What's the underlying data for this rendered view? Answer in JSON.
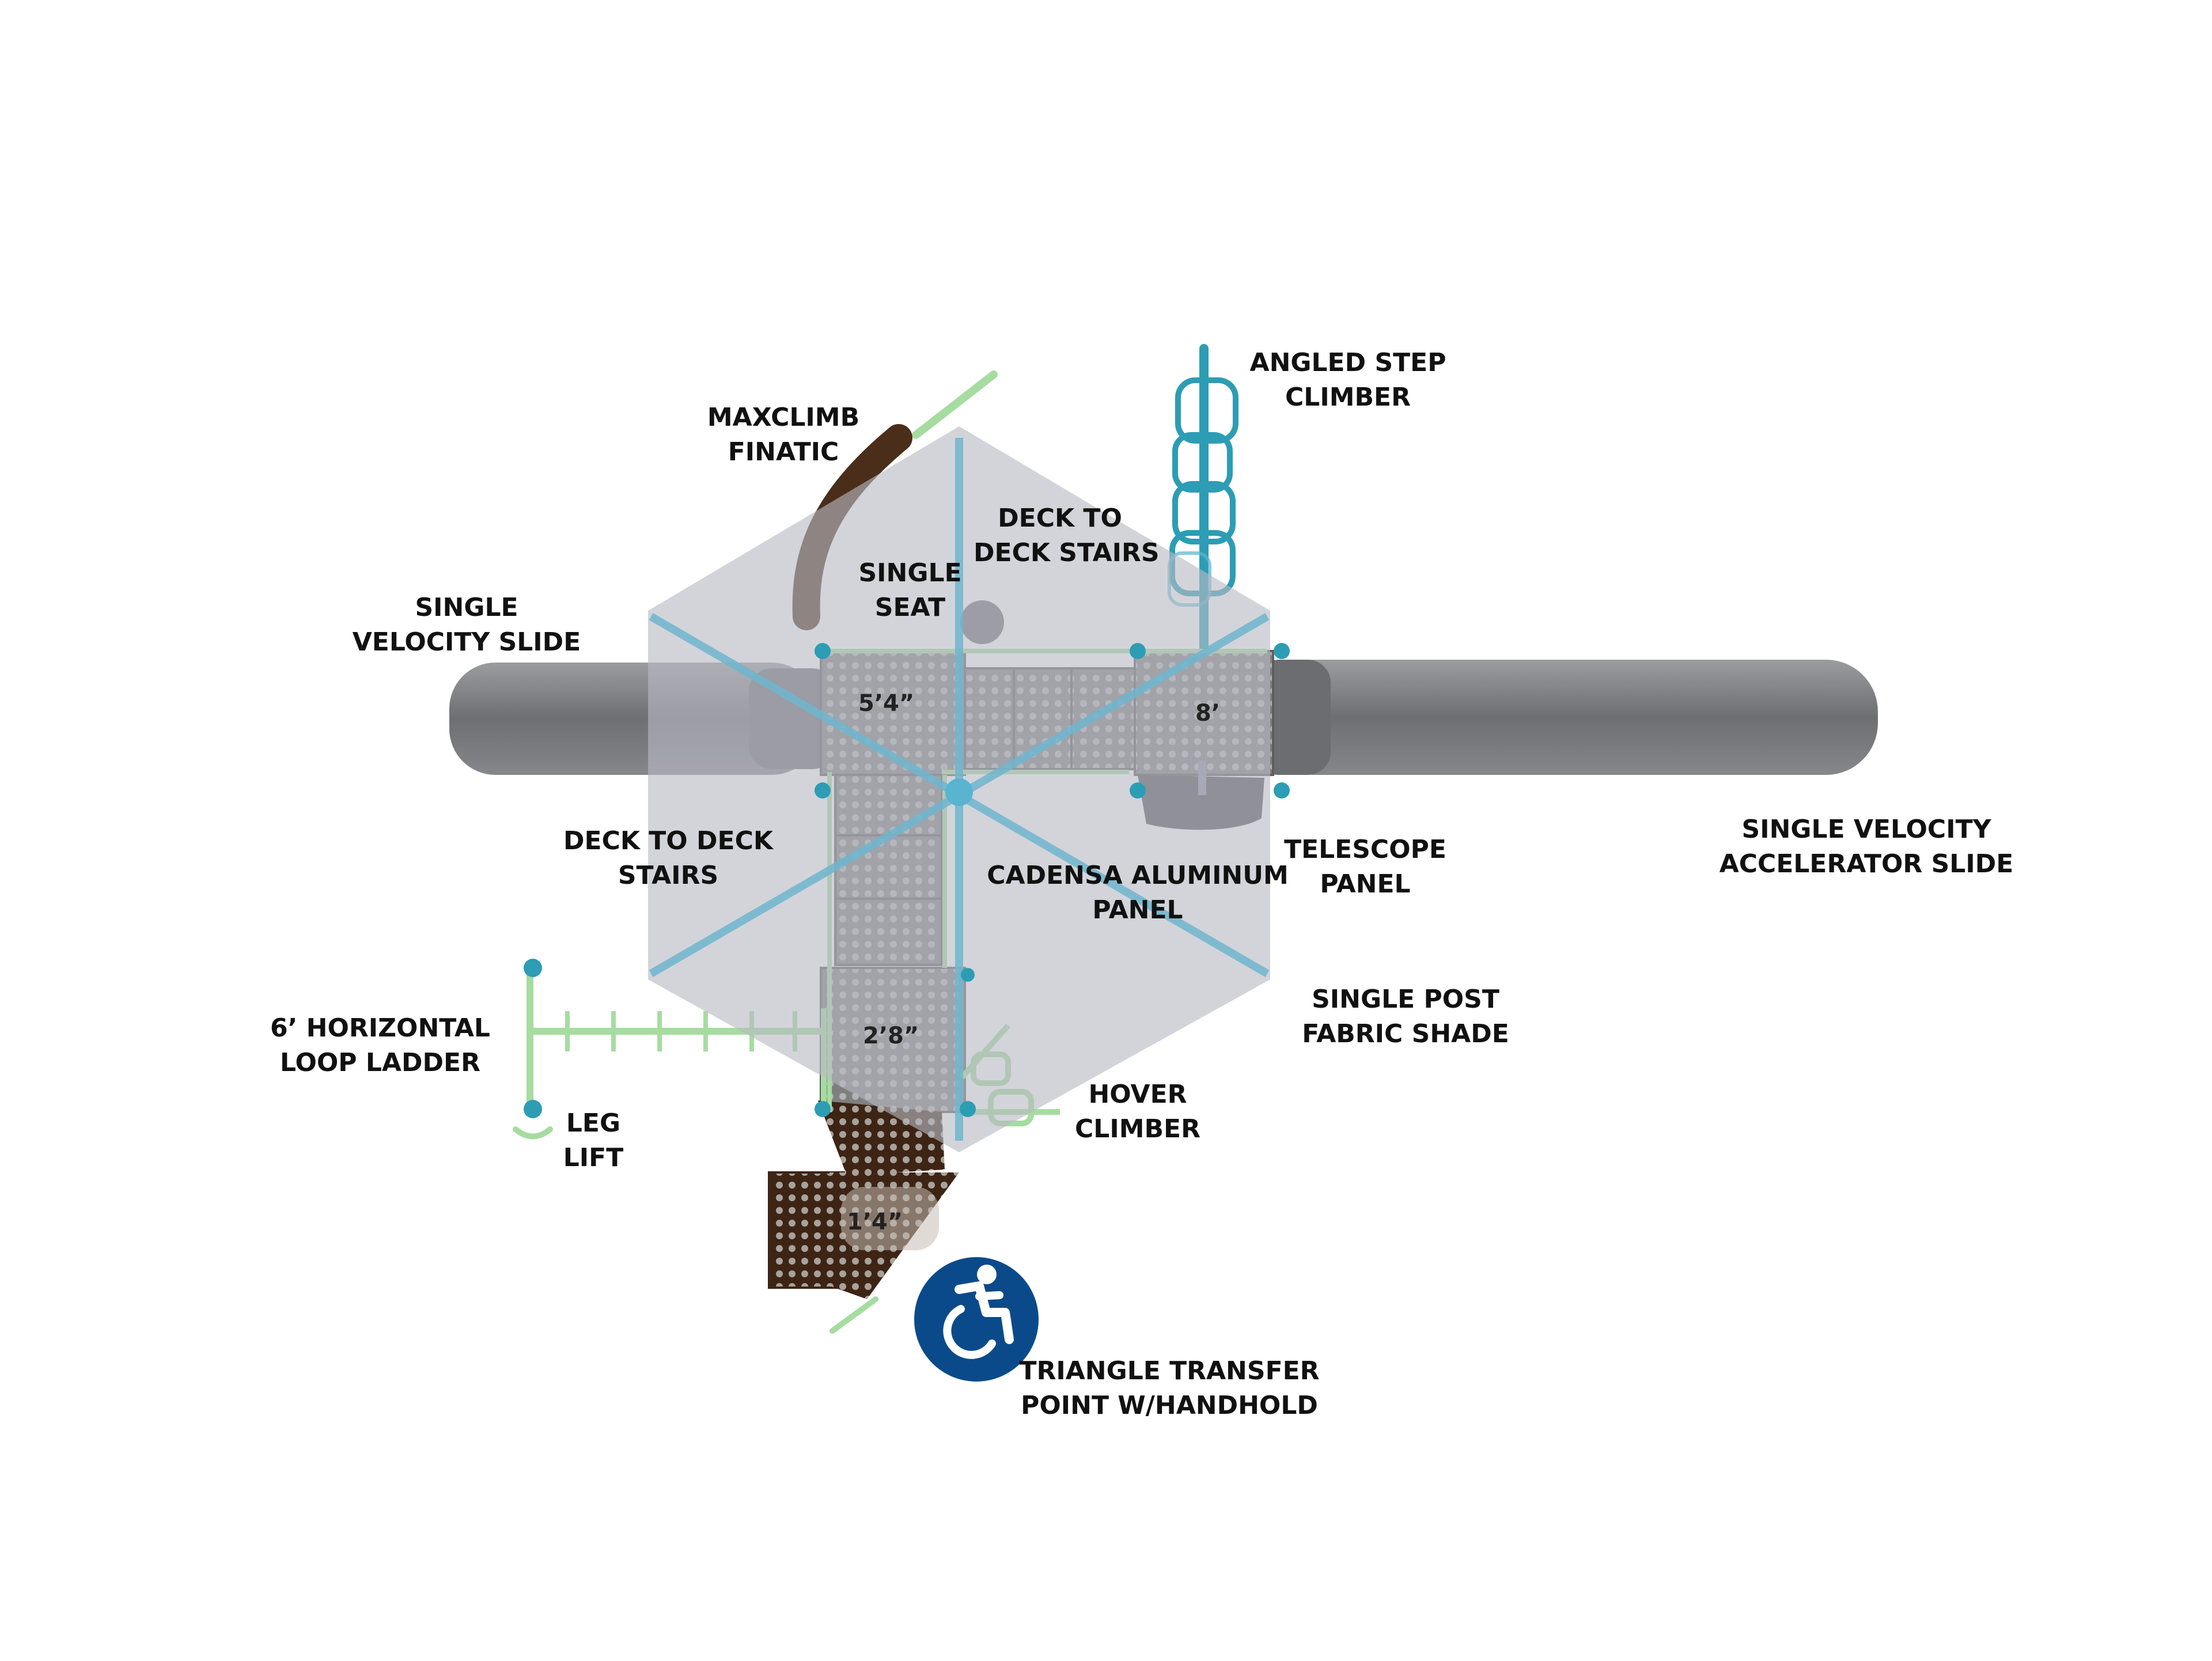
{
  "labels": {
    "angled_step_climber": [
      "ANGLED STEP",
      "CLIMBER"
    ],
    "maxclimb_finatic": [
      "MAXCLIMB",
      "FINATIC"
    ],
    "deck_to_deck_stairs_top": [
      "DECK TO",
      "DECK STAIRS"
    ],
    "single_seat": [
      "SINGLE",
      "SEAT"
    ],
    "single_velocity_slide": [
      "SINGLE",
      "VELOCITY SLIDE"
    ],
    "deck_to_deck_stairs_left": [
      "DECK TO DECK",
      "STAIRS"
    ],
    "cadensa_aluminum_panel": [
      "CADENSA ALUMINUM",
      "PANEL"
    ],
    "telescope_panel": [
      "TELESCOPE",
      "PANEL"
    ],
    "single_velocity_accelerator_slide": [
      "SINGLE VELOCITY",
      "ACCELERATOR SLIDE"
    ],
    "single_post_fabric_shade": [
      "SINGLE POST",
      "FABRIC SHADE"
    ],
    "horizontal_loop_ladder": [
      "6’ HORIZONTAL",
      "LOOP LADDER"
    ],
    "leg_lift": [
      "LEG",
      "LIFT"
    ],
    "hover_climber": [
      "HOVER",
      "CLIMBER"
    ],
    "triangle_transfer_point": [
      "TRIANGLE TRANSFER",
      "POINT W/HANDHOLD"
    ]
  },
  "deck_heights": {
    "deck_5_4": "5’4”",
    "deck_8": "8’",
    "deck_2_8": "2’8”",
    "deck_1_4": "1’4”"
  },
  "icons": {
    "accessibility": "accessibility-icon"
  },
  "colors": {
    "shade": "#c9cad3",
    "slide": "#7d7e82",
    "deck": "#8c8c8c",
    "post_blue": "#58b4cf",
    "climber_teal": "#2c9db4",
    "rail_green": "#a6dca0",
    "brown": "#4a2e1a",
    "accessibility_blue": "#0b4a8a"
  }
}
